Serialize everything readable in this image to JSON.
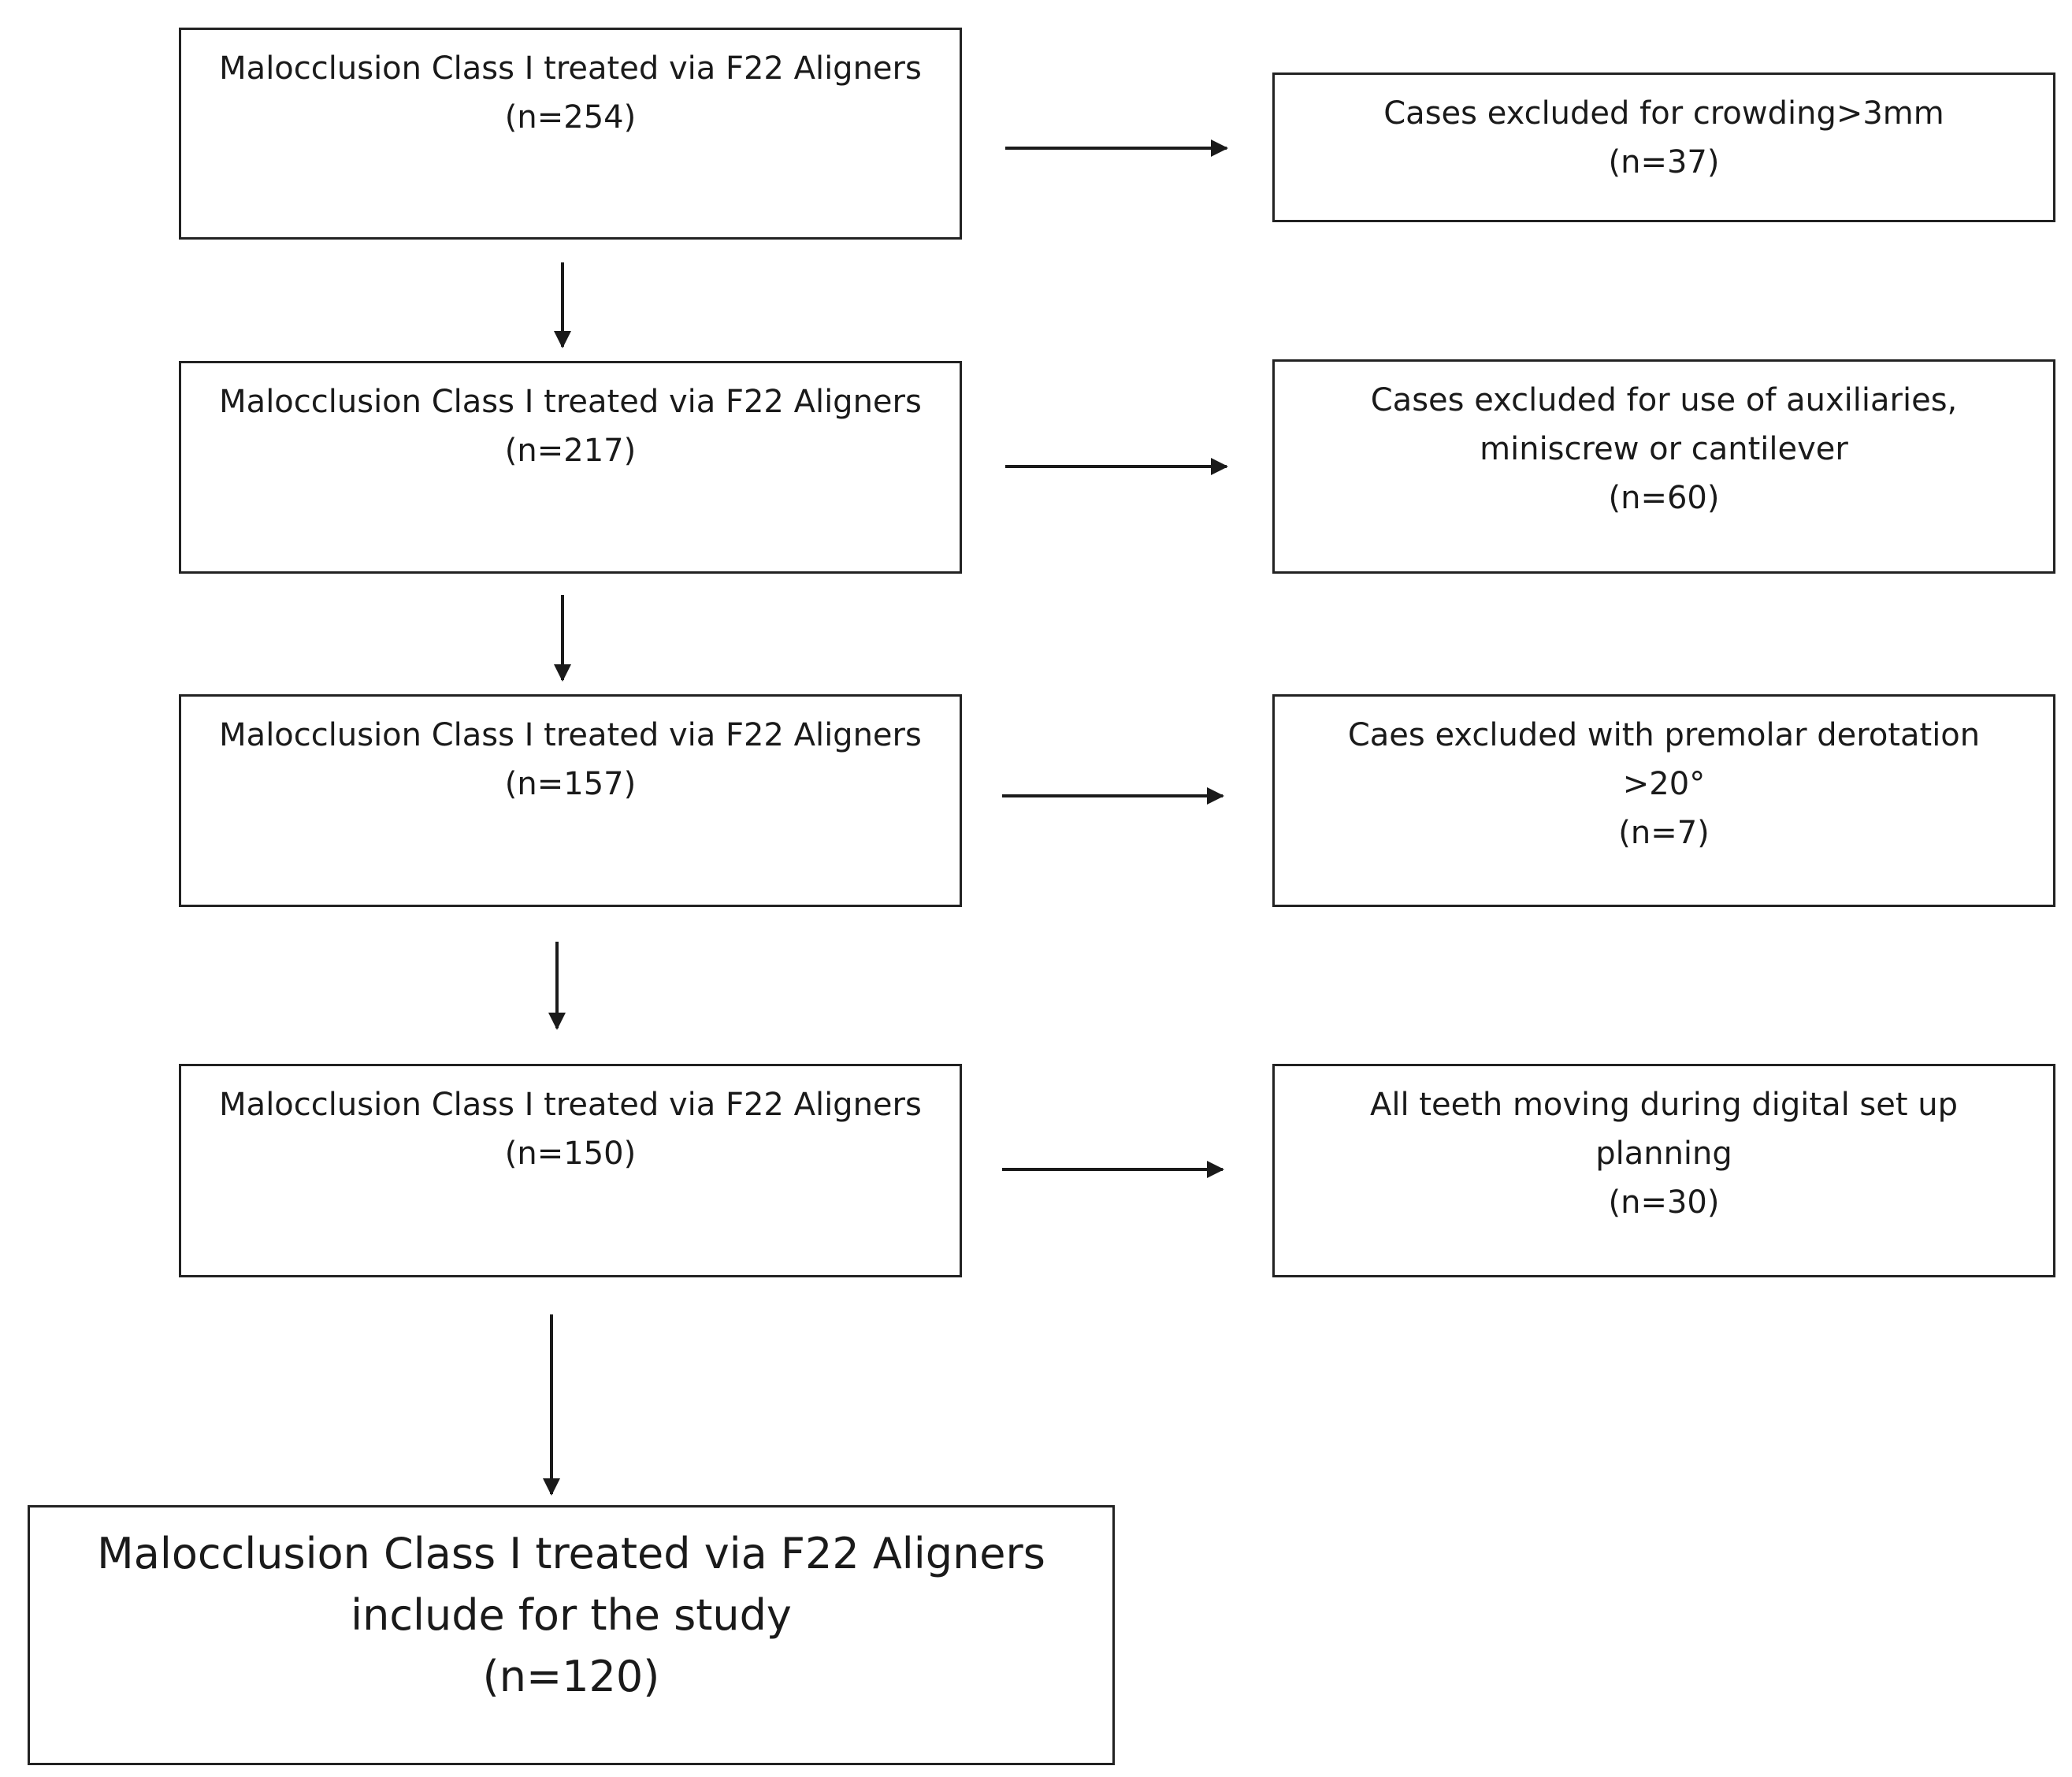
{
  "flow_boxes": [
    {
      "line1": "Malocclusion Class I treated via F22 Aligners",
      "line2": "(n=254)"
    },
    {
      "line1": "Malocclusion Class I treated via F22 Aligners",
      "line2": "(n=217)"
    },
    {
      "line1": "Malocclusion Class I treated via F22 Aligners",
      "line2": "(n=157)"
    },
    {
      "line1": "Malocclusion Class I treated via F22 Aligners",
      "line2": "(n=150)"
    }
  ],
  "exclusion_boxes": [
    {
      "line1": "Cases excluded for crowding>3mm",
      "line2": "(n=37)"
    },
    {
      "line1": "Cases excluded for use of auxiliaries,",
      "line2": "miniscrew or cantilever",
      "line3": "(n=60)"
    },
    {
      "line1": "Caes excluded with premolar derotation",
      "line2": ">20°",
      "line3": "(n=7)"
    },
    {
      "line1": "All teeth moving during digital set up",
      "line2": "planning",
      "line3": "(n=30)"
    }
  ],
  "final_box": {
    "line1": "Malocclusion Class I treated via F22 Aligners",
    "line2": "include for the study",
    "line3": "(n=120)"
  }
}
